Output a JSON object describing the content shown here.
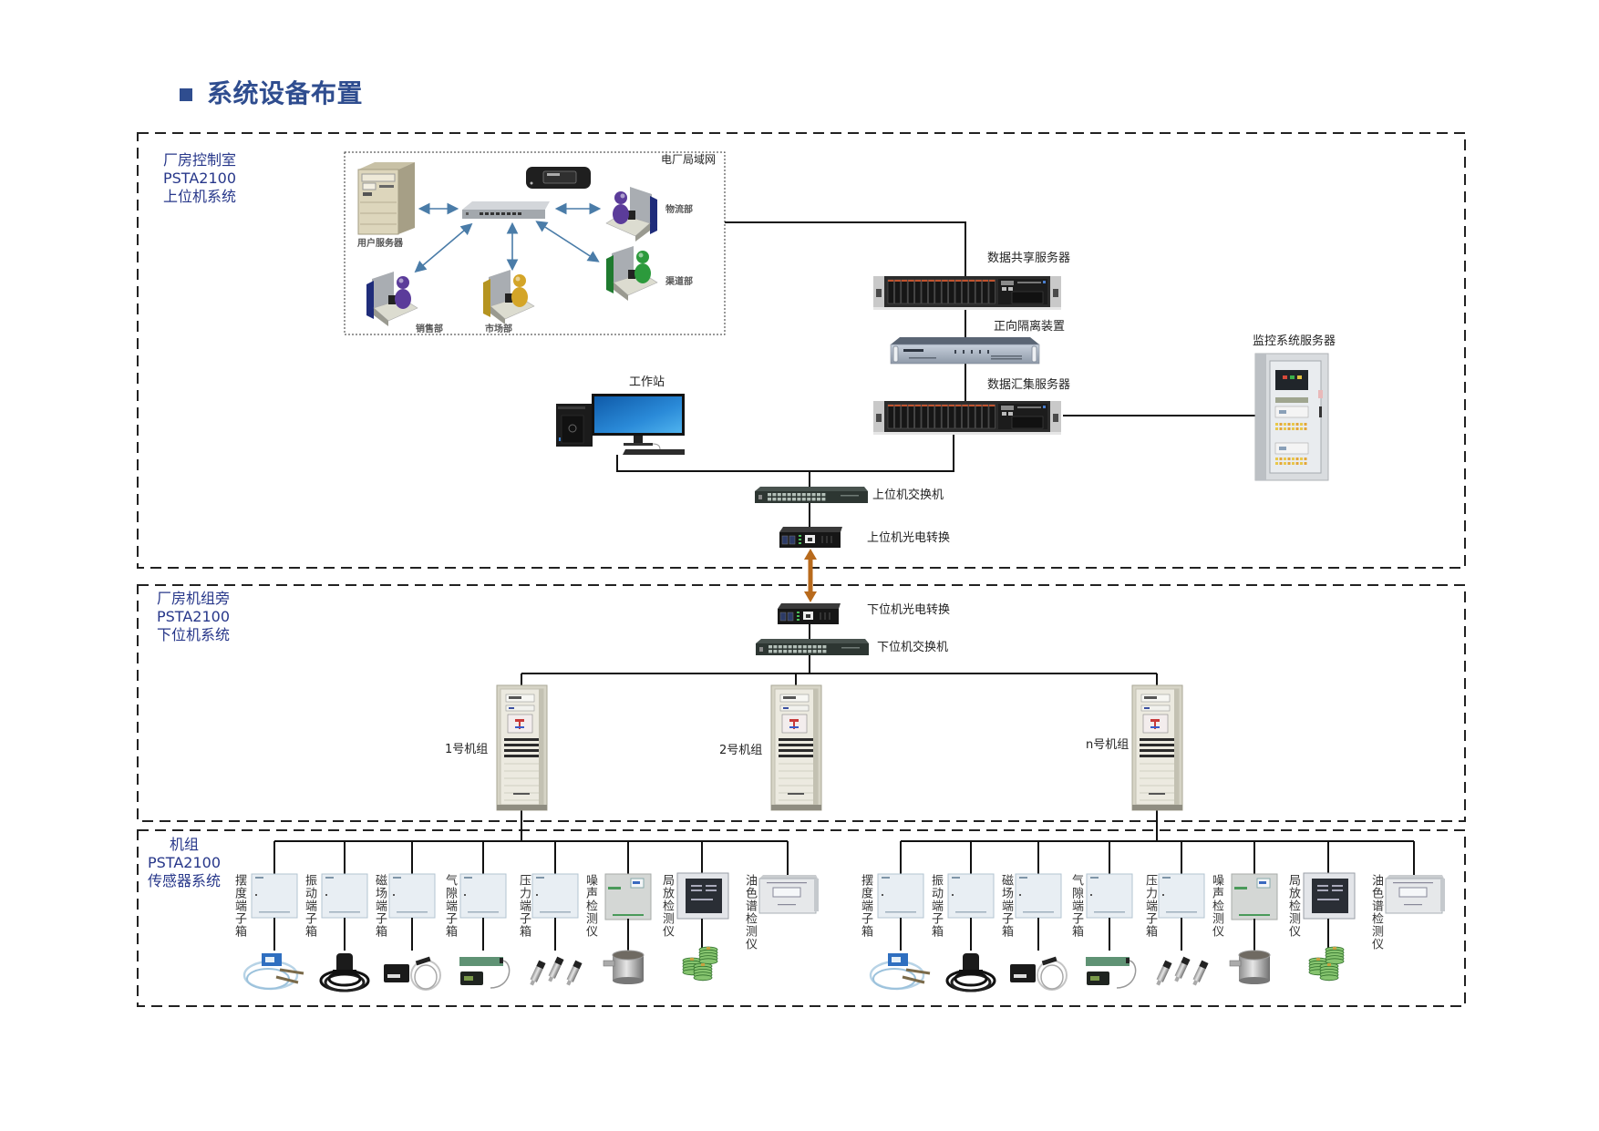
{
  "title": "系统设备布置",
  "colors": {
    "title": "#2f4d8f",
    "section_label": "#27378a",
    "fiber_link_arrow": "#b86a1c",
    "lan_arrow": "#4a7ca8"
  },
  "sections": {
    "upper": {
      "lines": [
        "厂房控制室",
        "PSTA2100",
        "上位机系统"
      ]
    },
    "lower": {
      "lines": [
        "厂房机组旁",
        "PSTA2100",
        "下位机系统"
      ]
    },
    "sensor": {
      "lines": [
        "机组",
        "PSTA2100",
        "传感器系统"
      ]
    }
  },
  "lan": {
    "title": "电厂局域网",
    "user_server": "用户服务器",
    "logistics": "物流部",
    "channel": "渠道部",
    "sales": "销售部",
    "market": "市场部"
  },
  "upper_devices": {
    "data_share_server": "数据共享服务器",
    "forward_isolation": "正向隔离装置",
    "data_collect_server": "数据汇集服务器",
    "monitor_server": "监控系统服务器",
    "workstation": "工作站",
    "switch": "上位机交换机",
    "converter": "上位机光电转换"
  },
  "lower_devices": {
    "converter": "下位机光电转换",
    "switch": "下位机交换机",
    "units": [
      "1号机组",
      "2号机组",
      "n号机组"
    ]
  },
  "sensor_groups": [
    {
      "items": [
        {
          "label": "摆度端子箱",
          "device_icon": "terminal-box-icon",
          "sensor_icon": "swing-sensor-icon"
        },
        {
          "label": "振动端子箱",
          "device_icon": "terminal-box-icon",
          "sensor_icon": "vibration-sensor-icon"
        },
        {
          "label": "磁场端子箱",
          "device_icon": "terminal-box-icon",
          "sensor_icon": "magnetic-field-sensor-icon"
        },
        {
          "label": "气隙端子箱",
          "device_icon": "terminal-box-icon",
          "sensor_icon": "air-gap-sensor-icon"
        },
        {
          "label": "压力端子箱",
          "device_icon": "terminal-box-icon",
          "sensor_icon": "pressure-sensor-icon"
        },
        {
          "label": "噪声检测仪",
          "device_icon": "noise-detector-icon",
          "sensor_icon": "noise-sensor-icon"
        },
        {
          "label": "局放检测仪",
          "device_icon": "partial-discharge-detector-icon",
          "sensor_icon": "partial-discharge-sensor-icon"
        },
        {
          "label": "油色谱检测仪",
          "device_icon": "oil-chromatography-detector-icon",
          "sensor_icon": null
        }
      ]
    },
    {
      "items": [
        {
          "label": "摆度端子箱",
          "device_icon": "terminal-box-icon",
          "sensor_icon": "swing-sensor-icon"
        },
        {
          "label": "振动端子箱",
          "device_icon": "terminal-box-icon",
          "sensor_icon": "vibration-sensor-icon"
        },
        {
          "label": "磁场端子箱",
          "device_icon": "terminal-box-icon",
          "sensor_icon": "magnetic-field-sensor-icon"
        },
        {
          "label": "气隙端子箱",
          "device_icon": "terminal-box-icon",
          "sensor_icon": "air-gap-sensor-icon"
        },
        {
          "label": "压力端子箱",
          "device_icon": "terminal-box-icon",
          "sensor_icon": "pressure-sensor-icon"
        },
        {
          "label": "噪声检测仪",
          "device_icon": "noise-detector-icon",
          "sensor_icon": "noise-sensor-icon"
        },
        {
          "label": "局放检测仪",
          "device_icon": "partial-discharge-detector-icon",
          "sensor_icon": "partial-discharge-sensor-icon"
        },
        {
          "label": "油色谱检测仪",
          "device_icon": "oil-chromatography-detector-icon",
          "sensor_icon": null
        }
      ]
    }
  ]
}
